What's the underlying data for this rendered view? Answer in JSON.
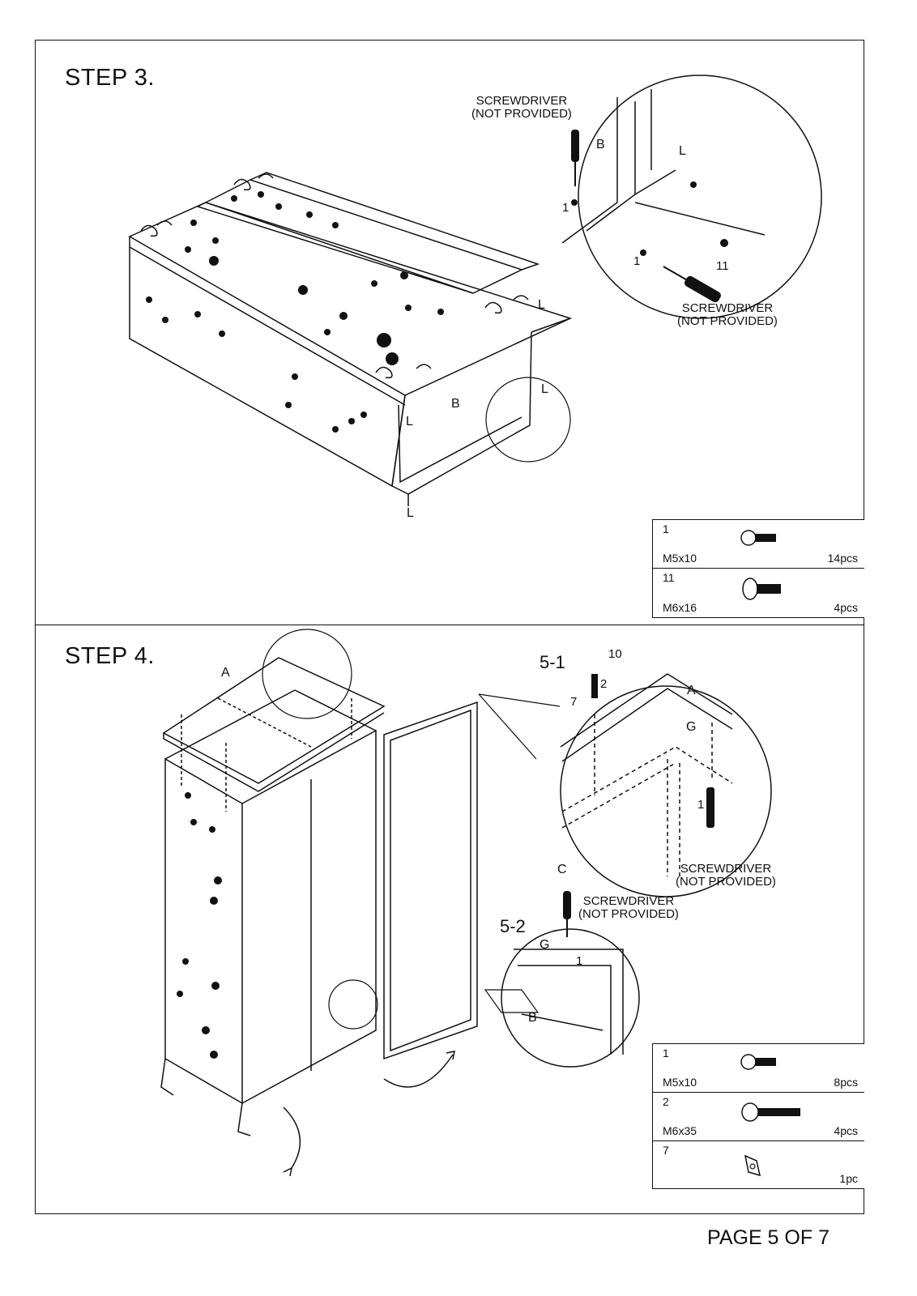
{
  "step3": {
    "title": "STEP 3.",
    "labels": {
      "screwdriver_top": "SCREWDRIVER",
      "not_provided_top": "(NOT PROVIDED)",
      "screwdriver_bottom": "SCREWDRIVER",
      "not_provided_bottom": "(NOT PROVIDED)",
      "part_b_detail": "B",
      "part_l_detail": "L",
      "num_1_top": "1",
      "num_1_bottom": "1",
      "num_11": "11",
      "part_b_main": "B",
      "part_l_right_top": "L",
      "part_l_circle": "L",
      "part_l_front": "L",
      "part_l_bottom": "L"
    },
    "hardware": [
      {
        "id": "1",
        "size": "M5x10",
        "qty": "14pcs",
        "icon": "short-screw-icon"
      },
      {
        "id": "11",
        "size": "M6x16",
        "qty": "4pcs",
        "icon": "thumb-screw-icon"
      }
    ]
  },
  "step4": {
    "title": "STEP 4.",
    "labels": {
      "part_a_main": "A",
      "detail_5_1": "5-1",
      "num_10": "10",
      "num_2": "2",
      "num_7": "7",
      "part_a_detail": "A",
      "part_g_detail": "G",
      "num_1_detail": "1",
      "part_c_detail": "C",
      "screwdriver_51": "SCREWDRIVER",
      "not_provided_51": "(NOT PROVIDED)",
      "detail_5_2": "5-2",
      "screwdriver_52": "SCREWDRIVER",
      "not_provided_52": "(NOT PROVIDED)",
      "part_g_52": "G",
      "num_1_52": "1",
      "part_b_52": "B"
    },
    "hardware": [
      {
        "id": "1",
        "size": "M5x10",
        "qty": "8pcs",
        "icon": "short-screw-icon"
      },
      {
        "id": "2",
        "size": "M6x35",
        "qty": "4pcs",
        "icon": "long-bolt-icon"
      },
      {
        "id": "7",
        "size": "",
        "qty": "1pc",
        "icon": "bracket-icon"
      }
    ]
  },
  "page": {
    "number": "PAGE 5 OF 7"
  }
}
